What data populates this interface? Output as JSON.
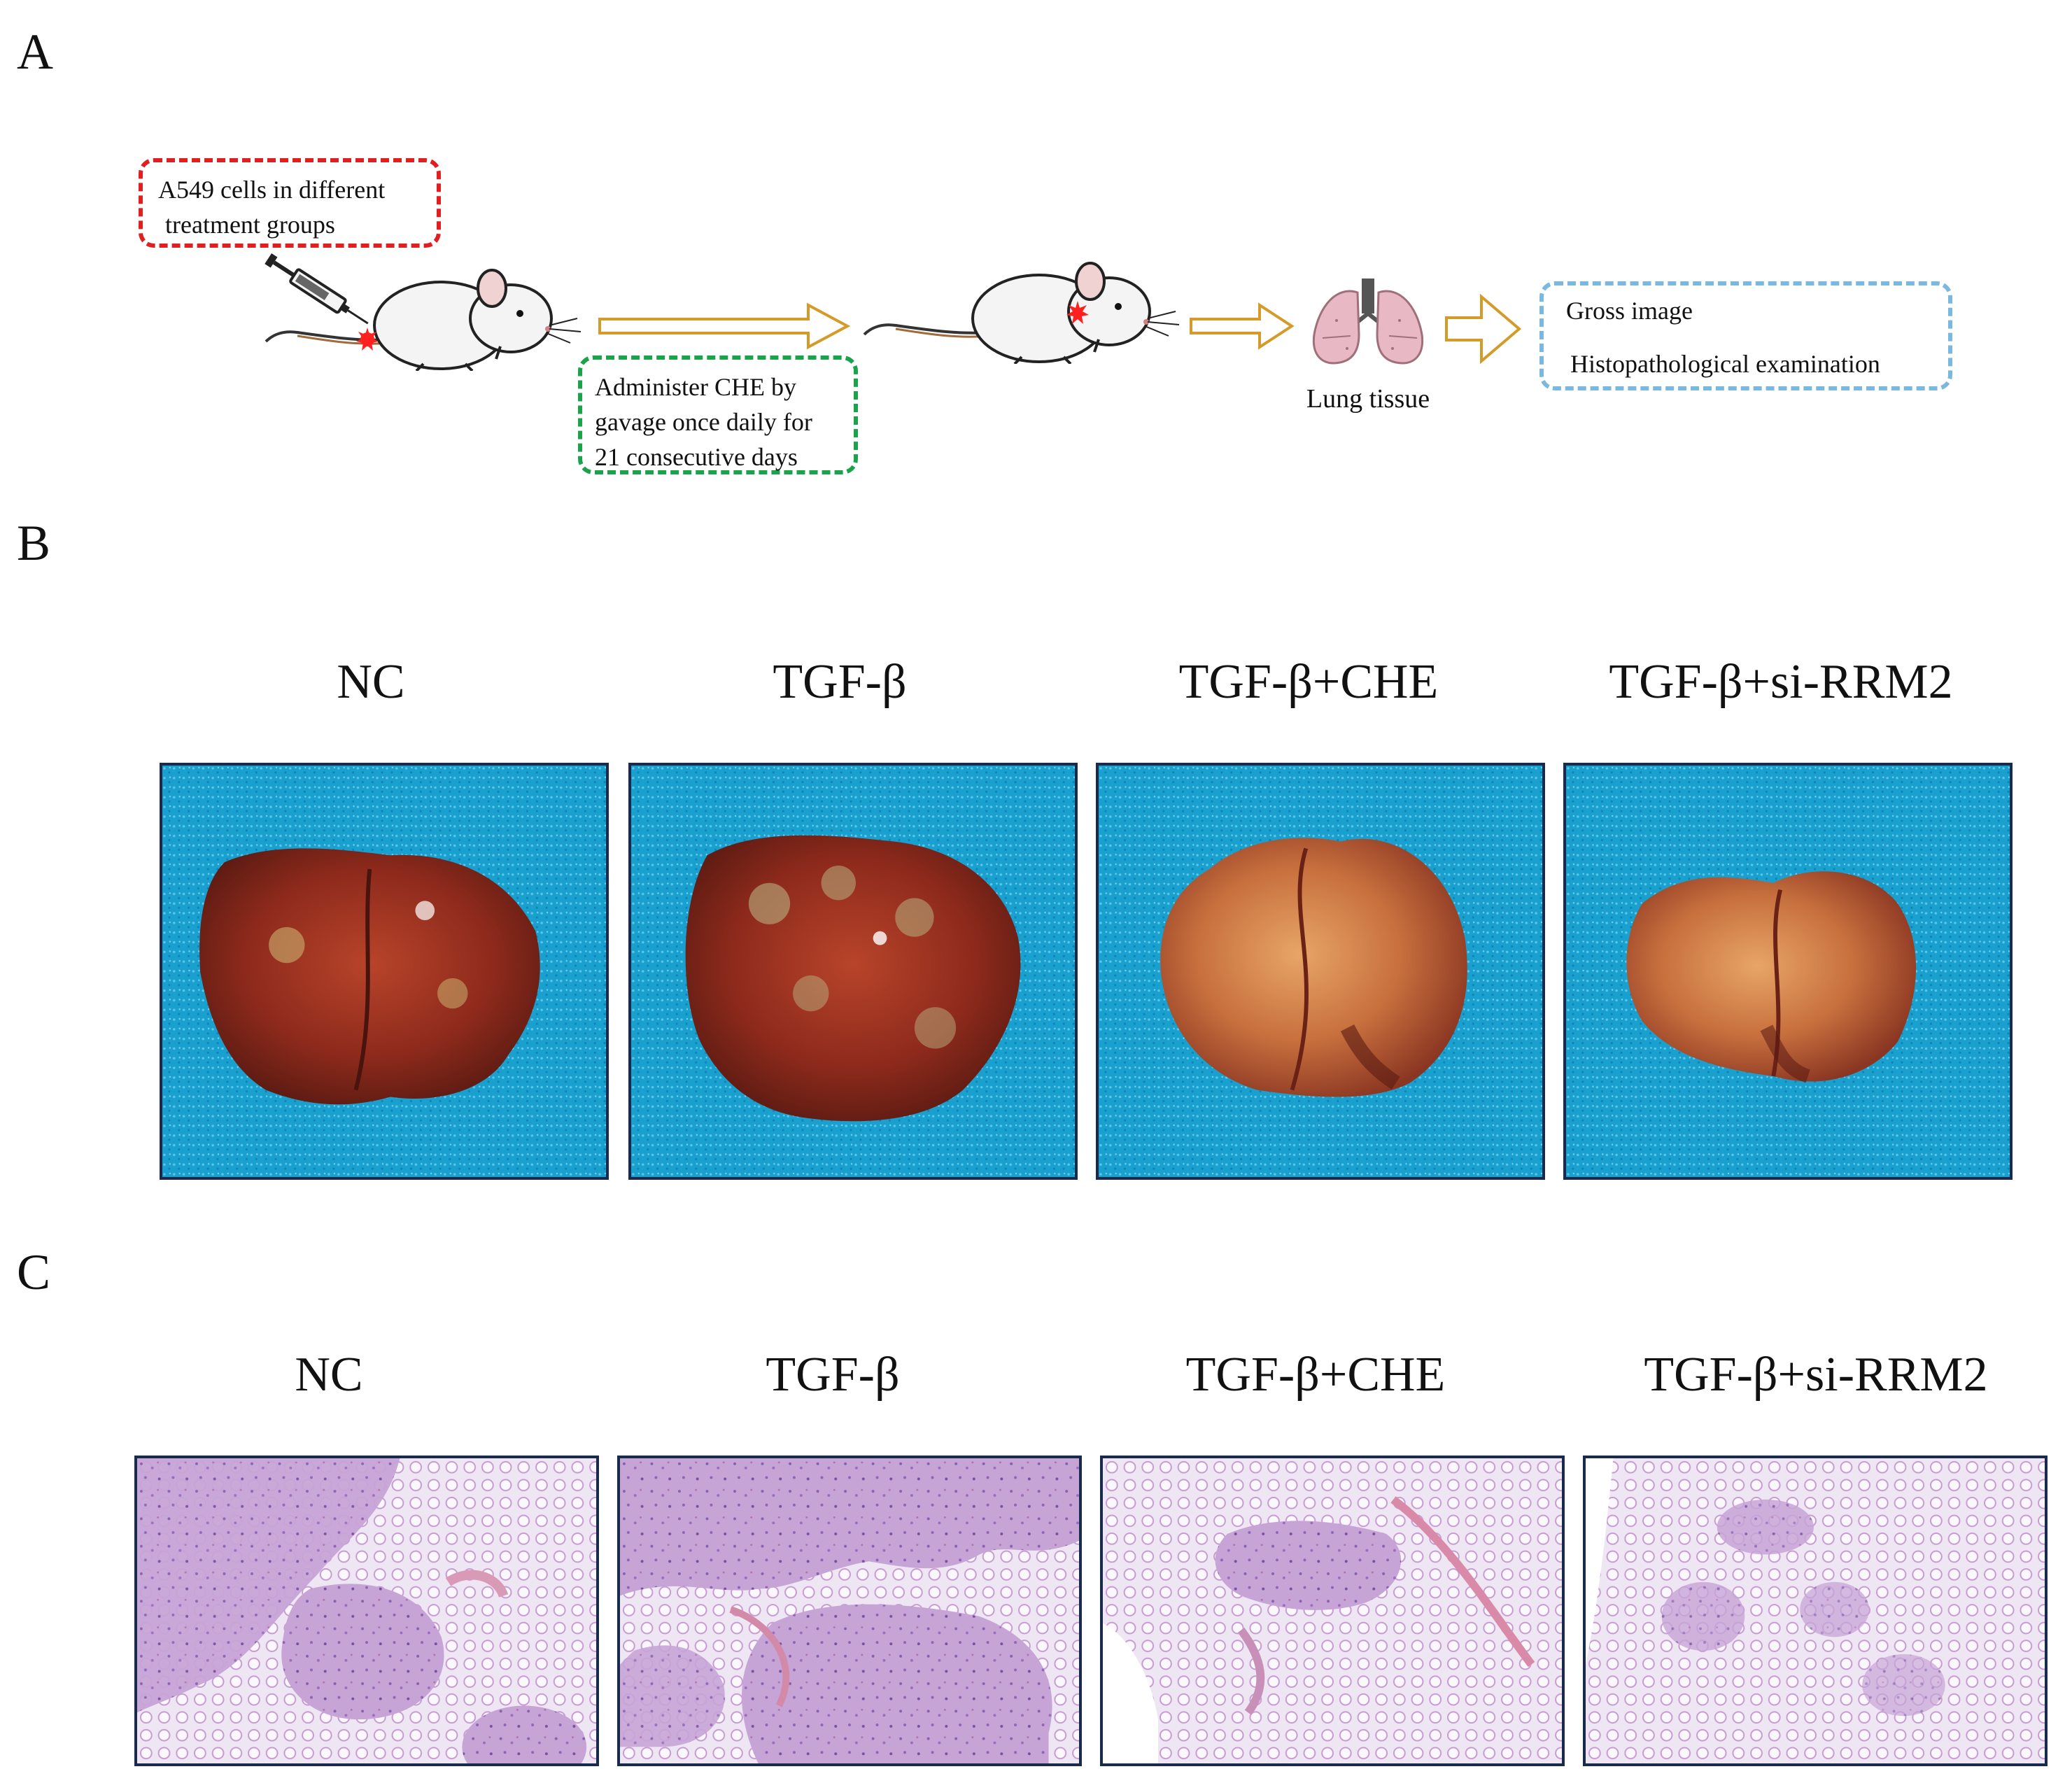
{
  "panels": {
    "a": {
      "letter": "A",
      "injection_box": {
        "line1": "A549 cells in different",
        "line2": "treatment groups"
      },
      "gavage_box": {
        "line1": "Administer CHE by",
        "line2": "gavage once daily for",
        "line3": "21 consecutive days"
      },
      "lung_caption": "Lung tissue",
      "outcome_box": {
        "line1": "Gross image",
        "line2": "Histopathological examination"
      },
      "colors": {
        "injection_border": "#e02020",
        "gavage_border": "#1aa34a",
        "outcome_border": "#7ab8e0",
        "arrow": "#d49a2a"
      }
    },
    "b": {
      "letter": "B",
      "groups": [
        "NC",
        "TGF-β",
        "TGF-β+CHE",
        "TGF-β+si-RRM2"
      ]
    },
    "c": {
      "letter": "C",
      "groups": [
        "NC",
        "TGF-β",
        "TGF-β+CHE",
        "TGF-β+si-RRM2"
      ]
    }
  }
}
